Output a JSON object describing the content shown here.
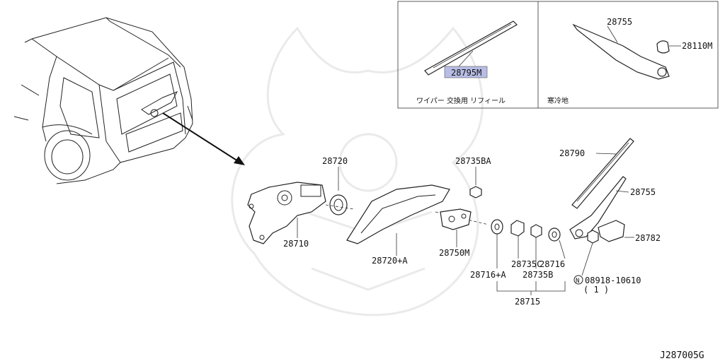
{
  "diagram_id": "J287005G",
  "inset_left": {
    "part": "28795M",
    "caption": "ワイパー 交換用 リフィール"
  },
  "inset_right": {
    "parts": [
      "28755",
      "28110M"
    ],
    "caption": "寒冷地"
  },
  "labels": {
    "p28720": "28720",
    "p28735BA": "28735BA",
    "p28790": "28790",
    "p28755": "28755",
    "p28710": "28710",
    "p28720A": "28720+A",
    "p28750M": "28750M",
    "p28782": "28782",
    "p28716": "28716",
    "p28716A": "28716+A",
    "p28735C": "28735C",
    "p28735B": "28735B",
    "p08918": "08918-10610",
    "p08918_qty": "( 1 )",
    "p08918_prefix": "N",
    "p28715": "28715"
  }
}
